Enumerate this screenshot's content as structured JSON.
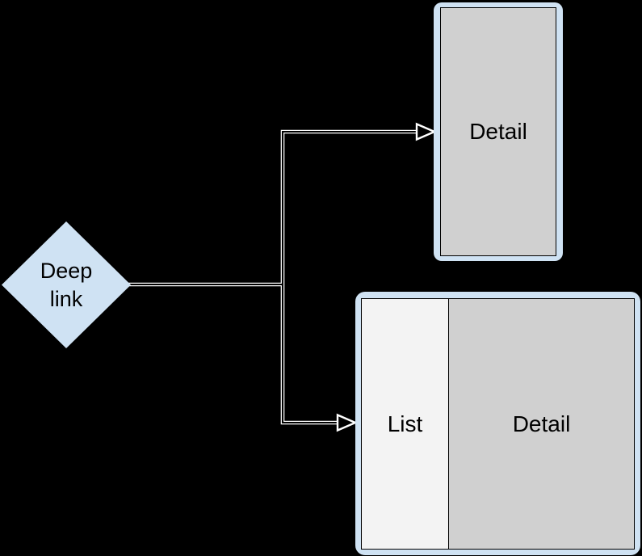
{
  "canvas": {
    "background": "#000000"
  },
  "colors": {
    "node_fill": "#cfe2f3",
    "detail_pane_fill": "#d0d0d0",
    "list_pane_fill": "#f3f3f3",
    "inner_border": "#000000",
    "connector_core": "#000000",
    "connector_casing": "#ffffff",
    "text": "#000000"
  },
  "deep_link_node": {
    "label_line1": "Deep",
    "label_line2": "link"
  },
  "detail_screen": {
    "label": "Detail"
  },
  "list_detail_screen": {
    "list_label": "List",
    "detail_label": "Detail"
  }
}
